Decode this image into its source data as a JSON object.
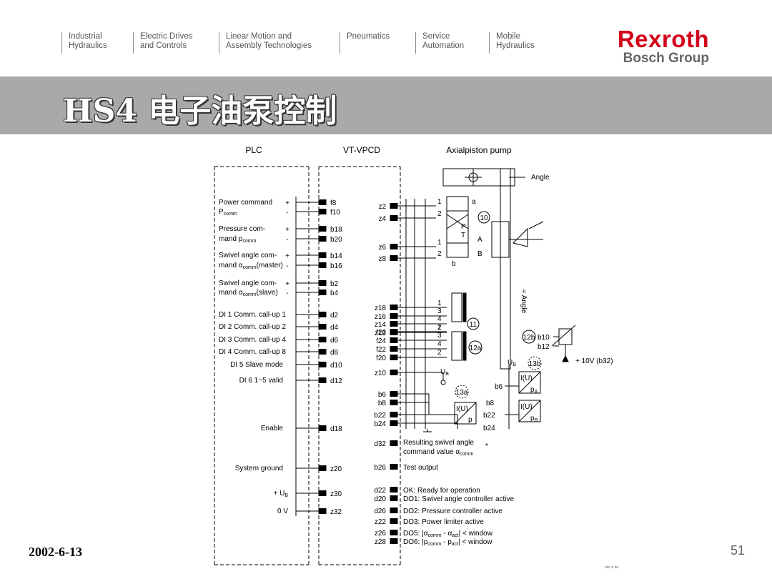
{
  "header": {
    "nav": [
      {
        "line1": "Industrial",
        "line2": "Hydraulics"
      },
      {
        "line1": "Electric Drives",
        "line2": "and Controls"
      },
      {
        "line1": "Linear Motion and",
        "line2": "Assembly Technologies"
      },
      {
        "line1": "",
        "line2": "Pneumatics"
      },
      {
        "line1": "Service",
        "line2": "Automation"
      },
      {
        "line1": "Mobile",
        "line2": "Hydraulics"
      }
    ],
    "brand": "Rexroth",
    "group": "Bosch Group"
  },
  "title": "HS4 电子油泵控制",
  "footer": {
    "date": "2002-6-13",
    "page": "51"
  },
  "diagram": {
    "headers": {
      "plc": "PLC",
      "vt": "VT-VPCD",
      "pump": "Axialpiston pump"
    },
    "angle_label": "Angle",
    "angle_axis_label": "≈ Angle",
    "plc_signals": [
      {
        "text": "Power command",
        "sign": "+",
        "pin": "f8"
      },
      {
        "text": "P",
        "sub": "comm",
        "sign": "-",
        "pin": "f10"
      },
      {
        "text": "Pressure com-",
        "sign": "+",
        "pin": "b18"
      },
      {
        "text": "mand p",
        "sub": "comm",
        "sign": "-",
        "pin": "b20"
      },
      {
        "text": "Swivel angle com-",
        "sign": "+",
        "pin": "b14"
      },
      {
        "text": "mand α",
        "sub": "comm",
        "suffix": "(master)",
        "sign": "-",
        "pin": "b16"
      },
      {
        "text": "Swivel angle com-",
        "sign": "+",
        "pin": "b2"
      },
      {
        "text": "mand α",
        "sub": "comm",
        "suffix": "(slave)",
        "sign": "-",
        "pin": "b4"
      },
      {
        "text": "DI 1 Comm. call-up 1",
        "sign": "",
        "pin": "d2"
      },
      {
        "text": "DI 2 Comm. call-up 2",
        "sign": "",
        "pin": "d4"
      },
      {
        "text": "DI 3 Comm. call-up 4",
        "sign": "",
        "pin": "d6"
      },
      {
        "text": "DI 4 Comm. call-up 8",
        "sign": "",
        "pin": "d8"
      },
      {
        "text": "DI 5 Slave mode",
        "sign": "",
        "pin": "d10"
      },
      {
        "text": "DI 6 1~5 valid",
        "sign": "",
        "pin": "d12"
      },
      {
        "text": "Enable",
        "sign": "",
        "pin": "d18"
      },
      {
        "text": "System ground",
        "sign": "",
        "pin": "z20"
      },
      {
        "text": "+ U",
        "sub": "B",
        "sign": "",
        "pin": "z30"
      },
      {
        "text": "0 V",
        "sign": "",
        "pin": "z32"
      }
    ],
    "vt_pins": [
      "z2",
      "z4",
      "z6",
      "z8",
      "z18",
      "z16",
      "z14",
      "z12",
      "f26",
      "f24",
      "f22",
      "f20",
      "z10",
      "b6",
      "b8",
      "b22",
      "b24",
      "d32",
      "b26",
      "d22",
      "d20",
      "d26",
      "z22",
      "z26",
      "z28"
    ],
    "wire_numbers": {
      "v1": [
        "1",
        "2"
      ],
      "v2": [
        "1",
        "2"
      ],
      "s11": [
        "1",
        "3",
        "4",
        "2"
      ],
      "s12": [
        "1",
        "3",
        "4",
        "2"
      ]
    },
    "valve_letters": {
      "a": "a",
      "b": "b",
      "A": "A",
      "B": "B",
      "P": "P",
      "T": "T"
    },
    "circled": {
      "c10": "10",
      "c11": "11",
      "c12a": "12a",
      "c12b": "12b",
      "c13a": "13a",
      "c13b": "13b"
    },
    "pump_pins": {
      "b10": "b10",
      "b12": "b12",
      "b6": "b6",
      "b8": "b8",
      "b22": "b22",
      "b24": "b24"
    },
    "ub": {
      "text": "U",
      "sub": "B"
    },
    "supply": "+ 10V (b32)",
    "transducer": {
      "iu": "I(U)",
      "pa": "p",
      "pa_sub": "A",
      "pb": "p",
      "pb_sub": "B",
      "p": "p"
    },
    "outputs": {
      "resulting_1": "Resulting swivel angle",
      "resulting_2": "command value α",
      "resulting_sub": "comm",
      "resulting_star": "*",
      "test": "Test output",
      "ok": "OK: Ready for operation",
      "do1": "DO1: Swivel angle controller active",
      "do2": "DO2: Pressure controller active",
      "do3": "DO3: Power limiter active",
      "do5_a": "DO5: |α",
      "do5_s1": "comm",
      "do5_b": " - α",
      "do5_s2": "act",
      "do5_c": "|  < window",
      "do6_a": "DO6: |p",
      "do6_s1": "comm",
      "do6_b": " - p",
      "do6_s2": "act",
      "do6_c": "|  < window"
    },
    "corner_mark": "ven e ne"
  }
}
